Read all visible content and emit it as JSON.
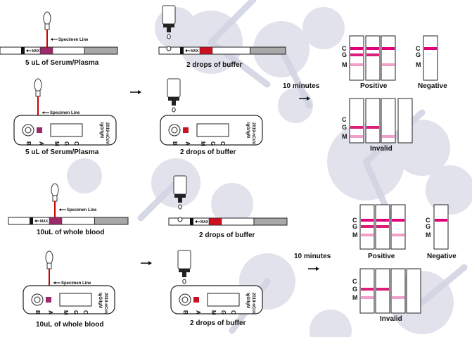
{
  "labels": {
    "specimen_line": "Specimen Line",
    "max": "MAX",
    "serum_plasma": "5 uL of Serum/Plasma",
    "buffer": "2 drops of buffer",
    "whole_blood": "10uL of whole blood",
    "ten_minutes": "10 minutes",
    "positive": "Positive",
    "negative": "Negative",
    "invalid": "Invalid",
    "cassette_brand": "2019-nCoV",
    "cassette_sub": "IgG/IgM",
    "c": "C",
    "g": "G",
    "m": "M",
    "a": "A",
    "b": "B"
  },
  "colors": {
    "line_c": "#e0007a",
    "line_g": "#d8207a",
    "line_m": "#f0a0c8",
    "sample_pad": "#9b2a6b",
    "buffer_pad": "#cc1020",
    "absorbent": "#a8a8a8",
    "dropper": "#cc0000",
    "virus_bg": "#d9dbe8"
  },
  "results": {
    "positive": [
      [
        "C",
        "G",
        "M"
      ],
      [
        "C",
        "G"
      ],
      [
        "C",
        "M"
      ]
    ],
    "negative": [
      [
        "C"
      ]
    ],
    "invalid": [
      [
        "G",
        "M"
      ],
      [
        "G"
      ],
      [
        "M"
      ],
      []
    ]
  }
}
